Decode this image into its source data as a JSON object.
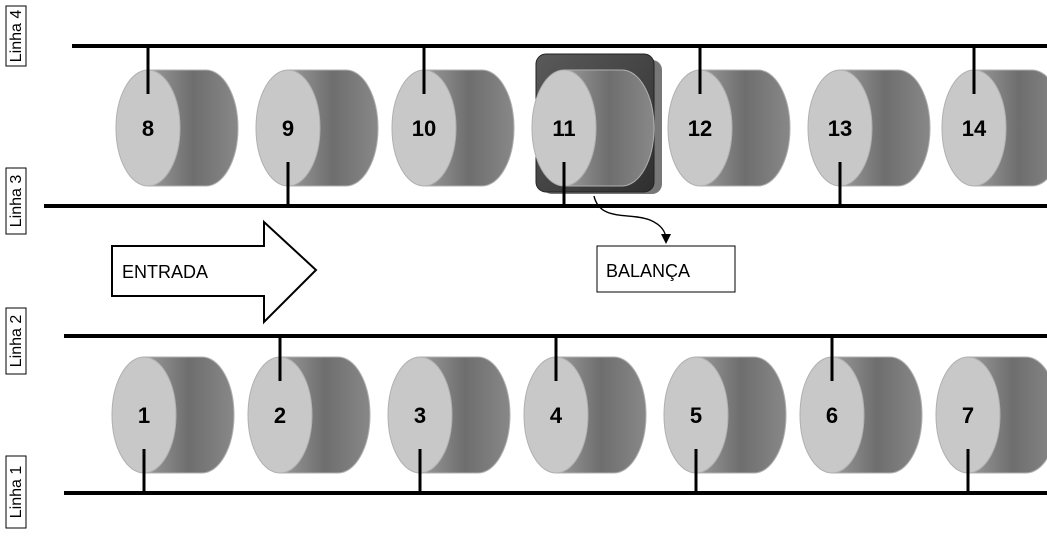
{
  "lanes": [
    {
      "id": "linha1",
      "label": "Linha 1"
    },
    {
      "id": "linha2",
      "label": "Linha 2"
    },
    {
      "id": "linha3",
      "label": "Linha 3"
    },
    {
      "id": "linha4",
      "label": "Linha 4"
    }
  ],
  "bottom_row": {
    "cylinders": [
      {
        "label": "1",
        "tab": "bottom"
      },
      {
        "label": "2",
        "tab": "top"
      },
      {
        "label": "3",
        "tab": "bottom"
      },
      {
        "label": "4",
        "tab": "top"
      },
      {
        "label": "5",
        "tab": "bottom"
      },
      {
        "label": "6",
        "tab": "top"
      },
      {
        "label": "7",
        "tab": "bottom"
      }
    ]
  },
  "top_row": {
    "cylinders": [
      {
        "label": "8",
        "tab": "top"
      },
      {
        "label": "9",
        "tab": "bottom"
      },
      {
        "label": "10",
        "tab": "top"
      },
      {
        "label": "11",
        "tab": "bottom",
        "on_scale": true
      },
      {
        "label": "12",
        "tab": "top"
      },
      {
        "label": "13",
        "tab": "bottom"
      },
      {
        "label": "14",
        "tab": "top"
      }
    ]
  },
  "entrance": {
    "label": "ENTRADA"
  },
  "scale": {
    "label": "BALANÇA"
  },
  "colors": {
    "cylinder_face": "#c8c8c8",
    "cylinder_body": "#8a8a8a",
    "cylinder_edge": "#b0b0b0",
    "scale_dark": "#4a4a4a",
    "line": "#000000"
  }
}
